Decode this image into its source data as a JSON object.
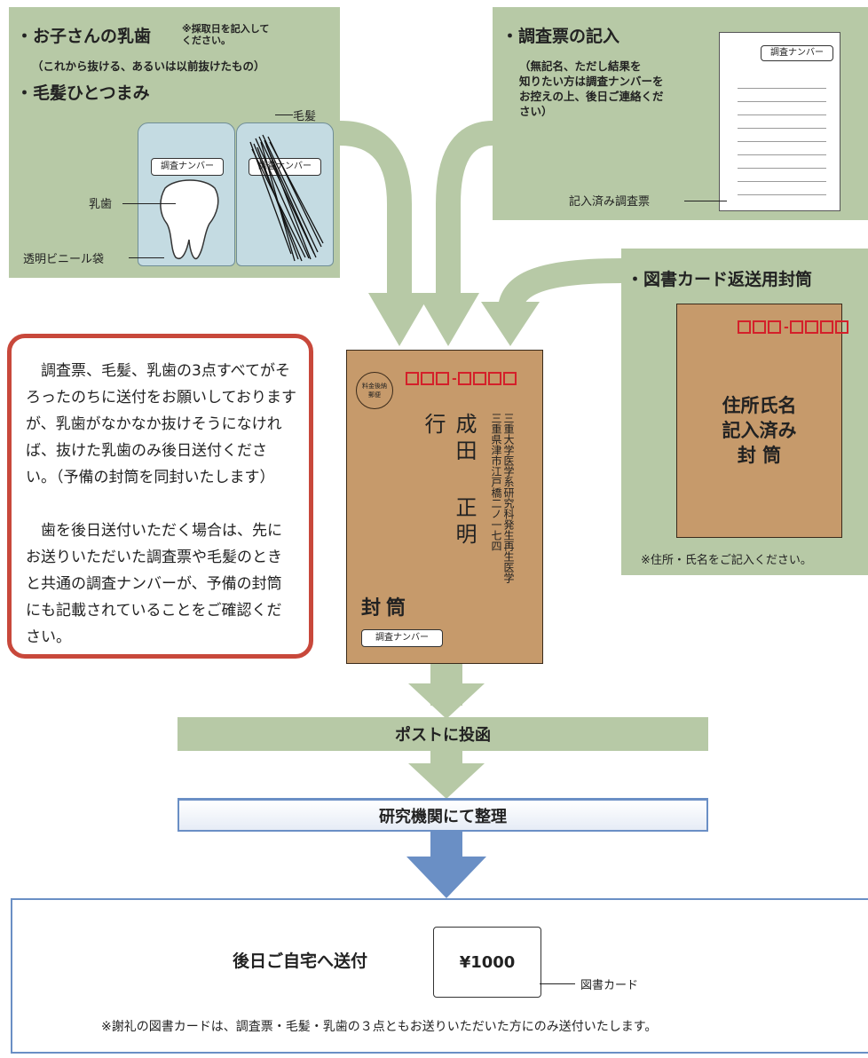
{
  "sample_panel": {
    "baby_tooth_title": "・お子さんの乳歯",
    "baby_tooth_note": "※採取日を記入して\nください。",
    "baby_tooth_sub": "（これから抜ける、あるいは以前抜けたもの）",
    "hair_title": "・毛髪ひとつまみ",
    "bag_label_left": "調査ナンバー",
    "bag_label_right": "調査ナンバー",
    "hair_callout": "毛髪",
    "tooth_callout": "乳歯",
    "bag_callout": "透明ビニール袋"
  },
  "survey_panel": {
    "title": "・調査票の記入",
    "note": "（無記名、ただし結果を\n知りたい方は調査ナンバーを\nお控えの上、後日ご連絡くだ\nさい）",
    "sheet_label": "調査ナンバー",
    "sheet_callout": "記入済み調査票"
  },
  "return_panel": {
    "title": "・図書カード返送用封筒",
    "postal_code_tail": "-",
    "envelope_text": "住所氏名\n記入済み\n封 筒",
    "note": "※住所・氏名をご記入ください。"
  },
  "notice": {
    "paragraph1": "調査票、毛髪、乳歯の3点すべてがそろったのちに送付をお願いしておりますが、乳歯がなかなか抜けそうになければ、抜けた乳歯のみ後日送付ください。（予備の封筒を同封いたします）",
    "paragraph2": "歯を後日送付いただく場合は、先にお送りいただいた調査票や毛髪のときと共通の調査ナンバーが、予備の封筒にも記載されていることをご確認ください。"
  },
  "main_envelope": {
    "stamp": "料金後納\n郵便",
    "recipient": "成田 正明 行",
    "address1": "三重県津市江戸橋二ノ一七四",
    "address2": "三重大学医学系研究科発生再生医学",
    "label": "封筒",
    "number_label": "調査ナンバー"
  },
  "steps": {
    "post": "ポストに投函",
    "organize": "研究機関にて整理"
  },
  "result": {
    "title": "後日ご自宅へ送付",
    "card_value": "¥1000",
    "card_callout": "図書カード",
    "footnote": "※謝礼の図書カードは、調査票・毛髪・乳歯の３点ともお送りいただいた方にのみ送付いたします。"
  },
  "colors": {
    "panel_green": "#b7c9a6",
    "envelope_tan": "#c69a6b",
    "notice_red": "#c8483b",
    "step_blue": "#6a8fc5",
    "postal_red": "#d4202a"
  }
}
